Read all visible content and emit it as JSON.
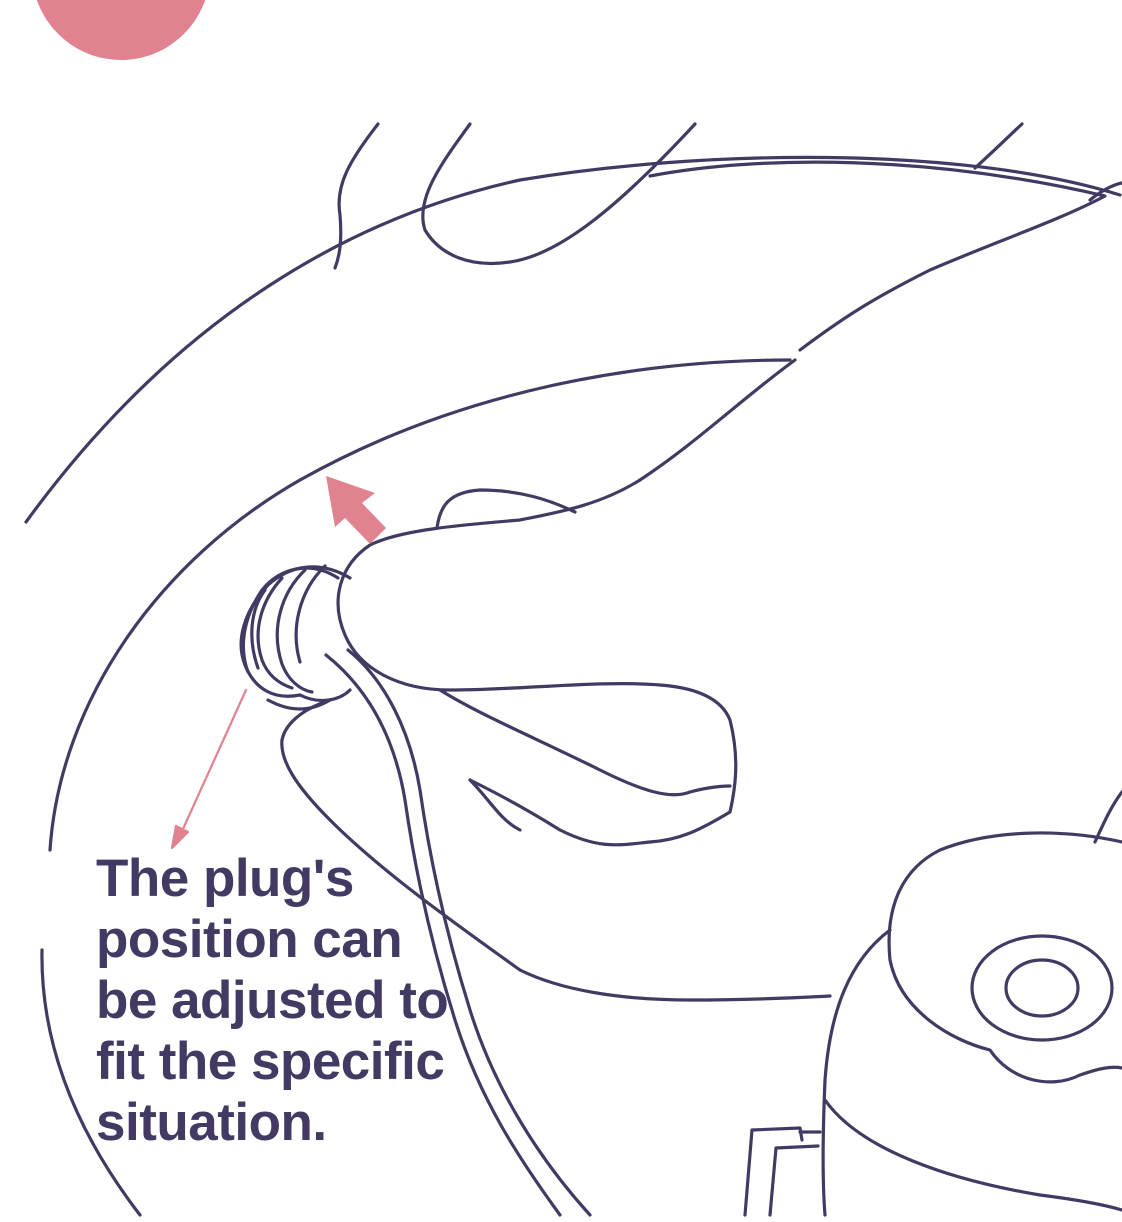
{
  "caption": {
    "lines": [
      "The plug's",
      "position can",
      "be adjusted to",
      "fit the specific",
      "situation."
    ]
  },
  "colors": {
    "line": "#433a63",
    "accent": "#e0828f",
    "text": "#433a63",
    "background": "#ffffff"
  },
  "icons": {
    "step_badge": "step-number-circle",
    "direction_arrow": "thick-arrow-up-left",
    "pointer_arrow": "thin-arrow-down-left"
  }
}
